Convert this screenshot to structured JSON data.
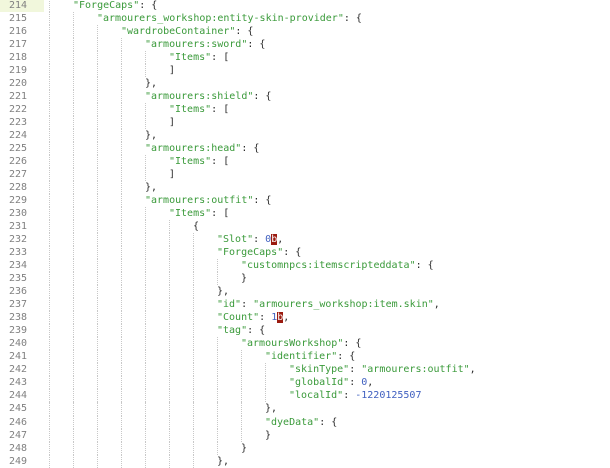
{
  "editor": {
    "current_line": 214,
    "colors": {
      "key": "#3a9a3a",
      "number": "#4060c0",
      "punctuation": "#2b2b2b",
      "error_bg": "#9b1b10",
      "current_line_bg": "#f1f7dc"
    },
    "lines": [
      {
        "n": 214,
        "indent": 1,
        "tokens": [
          [
            "key",
            "\"ForgeCaps\""
          ],
          [
            "p",
            ": {"
          ]
        ]
      },
      {
        "n": 215,
        "indent": 2,
        "tokens": [
          [
            "key",
            "\"armourers_workshop:entity-skin-provider\""
          ],
          [
            "p",
            ": {"
          ]
        ]
      },
      {
        "n": 216,
        "indent": 3,
        "tokens": [
          [
            "key",
            "\"wardrobeContainer\""
          ],
          [
            "p",
            ": {"
          ]
        ]
      },
      {
        "n": 217,
        "indent": 4,
        "tokens": [
          [
            "key",
            "\"armourers:sword\""
          ],
          [
            "p",
            ": {"
          ]
        ]
      },
      {
        "n": 218,
        "indent": 5,
        "tokens": [
          [
            "key",
            "\"Items\""
          ],
          [
            "p",
            ": ["
          ]
        ]
      },
      {
        "n": 219,
        "indent": 5,
        "tokens": [
          [
            "p",
            "]"
          ]
        ]
      },
      {
        "n": 220,
        "indent": 4,
        "tokens": [
          [
            "p",
            "},"
          ]
        ]
      },
      {
        "n": 221,
        "indent": 4,
        "tokens": [
          [
            "key",
            "\"armourers:shield\""
          ],
          [
            "p",
            ": {"
          ]
        ]
      },
      {
        "n": 222,
        "indent": 5,
        "tokens": [
          [
            "key",
            "\"Items\""
          ],
          [
            "p",
            ": ["
          ]
        ]
      },
      {
        "n": 223,
        "indent": 5,
        "tokens": [
          [
            "p",
            "]"
          ]
        ]
      },
      {
        "n": 224,
        "indent": 4,
        "tokens": [
          [
            "p",
            "},"
          ]
        ]
      },
      {
        "n": 225,
        "indent": 4,
        "tokens": [
          [
            "key",
            "\"armourers:head\""
          ],
          [
            "p",
            ": {"
          ]
        ]
      },
      {
        "n": 226,
        "indent": 5,
        "tokens": [
          [
            "key",
            "\"Items\""
          ],
          [
            "p",
            ": ["
          ]
        ]
      },
      {
        "n": 227,
        "indent": 5,
        "tokens": [
          [
            "p",
            "]"
          ]
        ]
      },
      {
        "n": 228,
        "indent": 4,
        "tokens": [
          [
            "p",
            "},"
          ]
        ]
      },
      {
        "n": 229,
        "indent": 4,
        "tokens": [
          [
            "key",
            "\"armourers:outfit\""
          ],
          [
            "p",
            ": {"
          ]
        ]
      },
      {
        "n": 230,
        "indent": 5,
        "tokens": [
          [
            "key",
            "\"Items\""
          ],
          [
            "p",
            ": ["
          ]
        ]
      },
      {
        "n": 231,
        "indent": 6,
        "tokens": [
          [
            "p",
            "{"
          ]
        ]
      },
      {
        "n": 232,
        "indent": 7,
        "tokens": [
          [
            "key",
            "\"Slot\""
          ],
          [
            "p",
            ": "
          ],
          [
            "num",
            "0"
          ],
          [
            "err",
            "b"
          ],
          [
            "p",
            ","
          ]
        ]
      },
      {
        "n": 233,
        "indent": 7,
        "tokens": [
          [
            "key",
            "\"ForgeCaps\""
          ],
          [
            "p",
            ": {"
          ]
        ]
      },
      {
        "n": 234,
        "indent": 8,
        "tokens": [
          [
            "key",
            "\"customnpcs:itemscripteddata\""
          ],
          [
            "p",
            ": {"
          ]
        ]
      },
      {
        "n": 235,
        "indent": 8,
        "tokens": [
          [
            "p",
            "}"
          ]
        ]
      },
      {
        "n": 236,
        "indent": 7,
        "tokens": [
          [
            "p",
            "},"
          ]
        ]
      },
      {
        "n": 237,
        "indent": 7,
        "tokens": [
          [
            "key",
            "\"id\""
          ],
          [
            "p",
            ": "
          ],
          [
            "str",
            "\"armourers_workshop:item.skin\""
          ],
          [
            "p",
            ","
          ]
        ]
      },
      {
        "n": 238,
        "indent": 7,
        "tokens": [
          [
            "key",
            "\"Count\""
          ],
          [
            "p",
            ": "
          ],
          [
            "num",
            "1"
          ],
          [
            "err",
            "b"
          ],
          [
            "p",
            ","
          ]
        ]
      },
      {
        "n": 239,
        "indent": 7,
        "tokens": [
          [
            "key",
            "\"tag\""
          ],
          [
            "p",
            ": {"
          ]
        ]
      },
      {
        "n": 240,
        "indent": 8,
        "tokens": [
          [
            "key",
            "\"armoursWorkshop\""
          ],
          [
            "p",
            ": {"
          ]
        ]
      },
      {
        "n": 241,
        "indent": 9,
        "tokens": [
          [
            "key",
            "\"identifier\""
          ],
          [
            "p",
            ": {"
          ]
        ]
      },
      {
        "n": 242,
        "indent": 10,
        "tokens": [
          [
            "key",
            "\"skinType\""
          ],
          [
            "p",
            ": "
          ],
          [
            "str",
            "\"armourers:outfit\""
          ],
          [
            "p",
            ","
          ]
        ]
      },
      {
        "n": 243,
        "indent": 10,
        "tokens": [
          [
            "key",
            "\"globalId\""
          ],
          [
            "p",
            ": "
          ],
          [
            "num",
            "0"
          ],
          [
            "p",
            ","
          ]
        ]
      },
      {
        "n": 244,
        "indent": 10,
        "tokens": [
          [
            "key",
            "\"localId\""
          ],
          [
            "p",
            ": "
          ],
          [
            "num",
            "-1220125507"
          ]
        ]
      },
      {
        "n": 245,
        "indent": 9,
        "tokens": [
          [
            "p",
            "},"
          ]
        ]
      },
      {
        "n": 246,
        "indent": 9,
        "tokens": [
          [
            "key",
            "\"dyeData\""
          ],
          [
            "p",
            ": {"
          ]
        ]
      },
      {
        "n": 247,
        "indent": 9,
        "tokens": [
          [
            "p",
            "}"
          ]
        ]
      },
      {
        "n": 248,
        "indent": 8,
        "tokens": [
          [
            "p",
            "}"
          ]
        ]
      },
      {
        "n": 249,
        "indent": 7,
        "tokens": [
          [
            "p",
            "},"
          ]
        ]
      }
    ]
  }
}
